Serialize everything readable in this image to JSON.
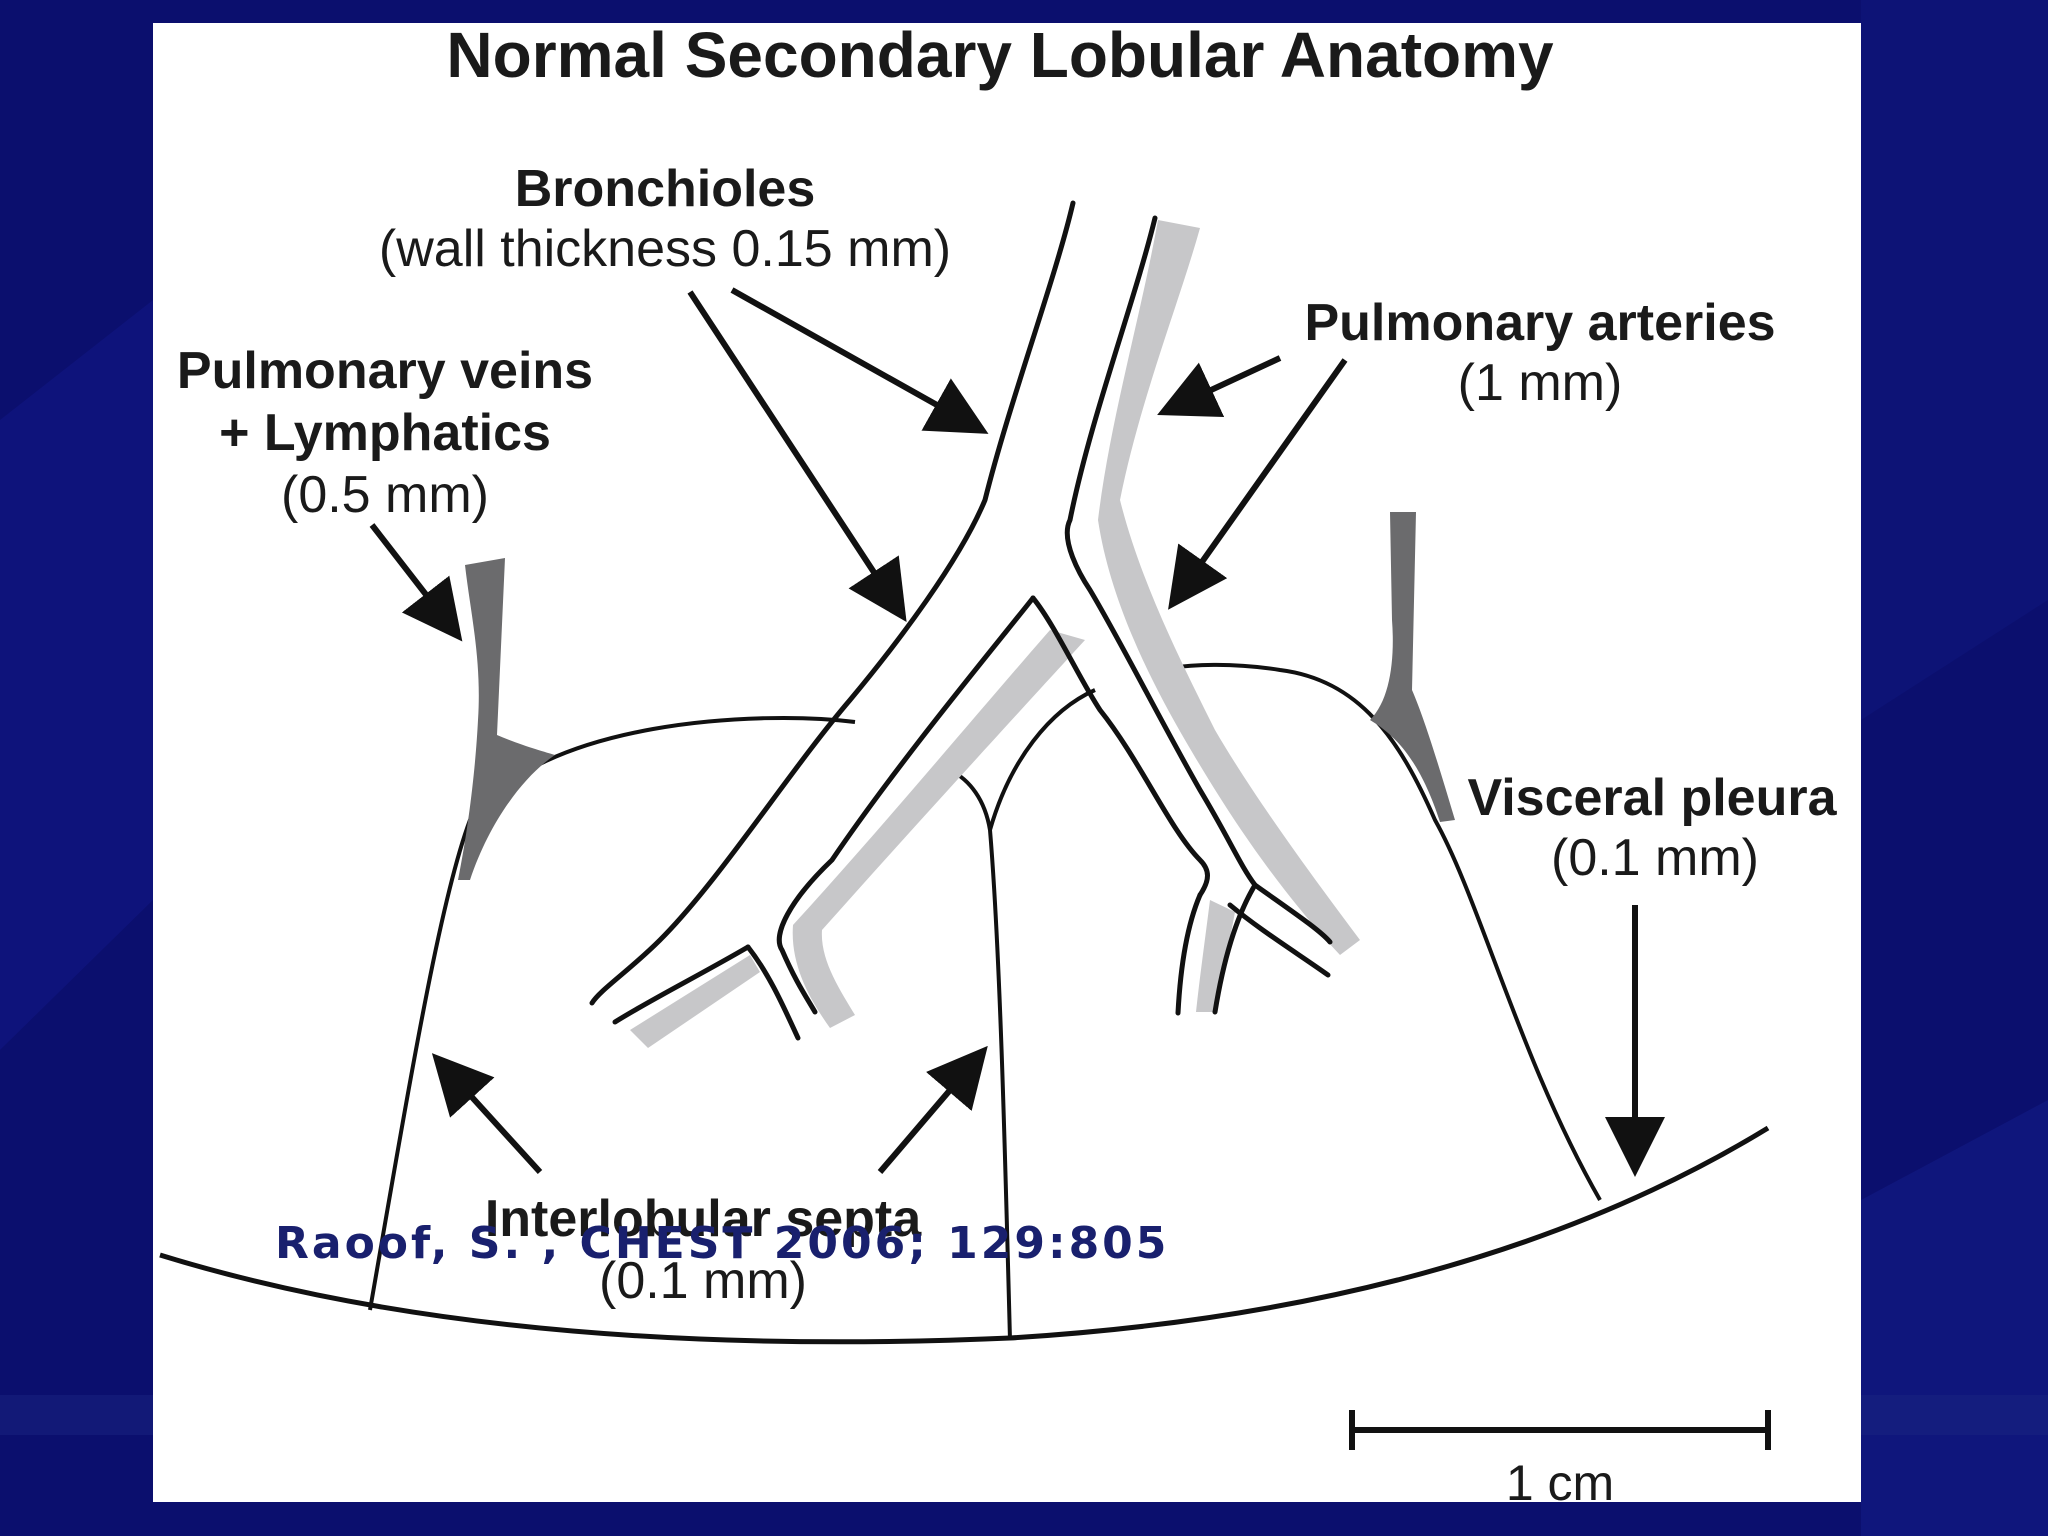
{
  "diagram": {
    "title": "Normal Secondary Lobular Anatomy",
    "labels": {
      "bronchioles": {
        "name": "Bronchioles",
        "detail": "(wall thickness 0.15 mm)"
      },
      "pulmonary_arteries": {
        "name": "Pulmonary arteries",
        "detail": "(1 mm)"
      },
      "pulmonary_veins": {
        "name_line1": "Pulmonary veins",
        "name_line2": "+ Lymphatics",
        "detail": "(0.5 mm)"
      },
      "visceral_pleura": {
        "name": "Visceral pleura",
        "detail": "(0.1 mm)"
      },
      "interlobular_septa": {
        "name": "Interlobular septa",
        "detail": "(0.1 mm)"
      }
    },
    "scale_bar": {
      "label": "1 cm"
    }
  },
  "citation": "Raoof, S. , CHEST 2006; 129:805",
  "colors": {
    "background": "#0b0f6e",
    "panel": "#ffffff",
    "artery_fill": "#c7c7c9",
    "vein_fill": "#6b6b6d",
    "line": "#111111",
    "citation": "#19206e"
  }
}
